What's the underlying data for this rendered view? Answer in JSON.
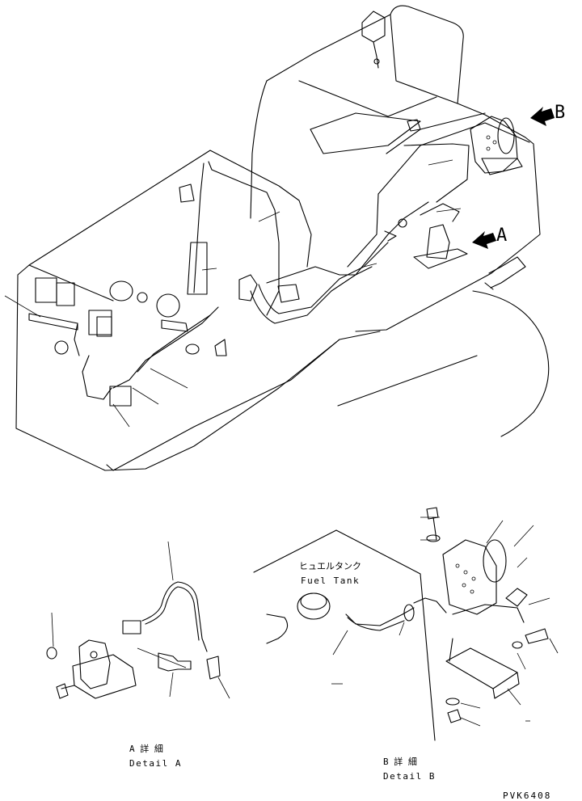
{
  "labels": {
    "arrow_b": "B",
    "arrow_a": "A",
    "fuel_tank_jp": "ヒュエルタンク",
    "fuel_tank_en": "Fuel Tank",
    "detail_a_jp": "A 詳 細",
    "detail_a_en": "Detail A",
    "detail_b_jp": "B 詳 細",
    "detail_b_en": "Detail B",
    "drawing_code": "PVK6408"
  }
}
